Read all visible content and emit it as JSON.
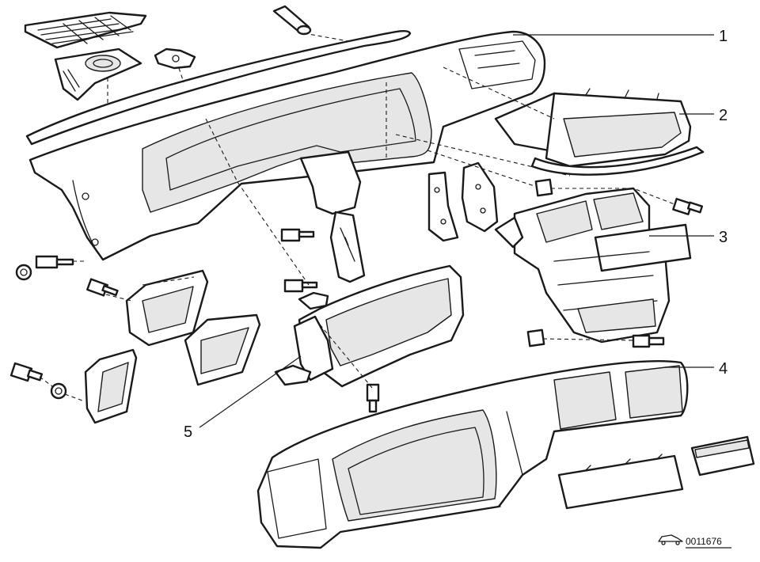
{
  "callouts": [
    "1",
    "2",
    "3",
    "4",
    "5"
  ],
  "reference": {
    "code": "0011676"
  }
}
